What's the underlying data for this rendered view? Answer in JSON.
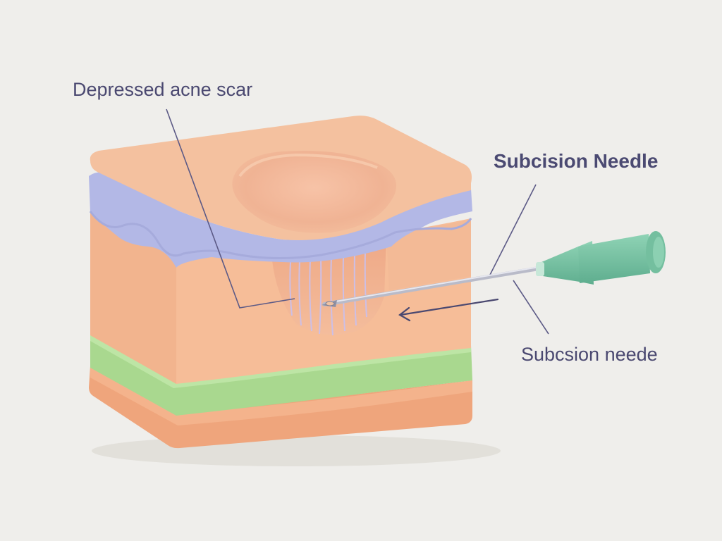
{
  "labels": {
    "scar": "Depressed acne scar",
    "needle_title": "Subcision Needle",
    "needle": "Subcsion neede"
  },
  "colors": {
    "background": "#efeeeb",
    "skin_top": "#f4c19f",
    "skin_side": "#f2b792",
    "epidermis_band": "#b3b8e6",
    "fat_band": "#a9d88f",
    "base_layer": "#efa57c",
    "needle_hub": "#79c4a4",
    "needle_shaft": "#c8cad6",
    "leader_line": "#5c5a86"
  },
  "icons": {
    "arrow": "left-arrow-icon",
    "needle": "syringe-needle-icon"
  }
}
